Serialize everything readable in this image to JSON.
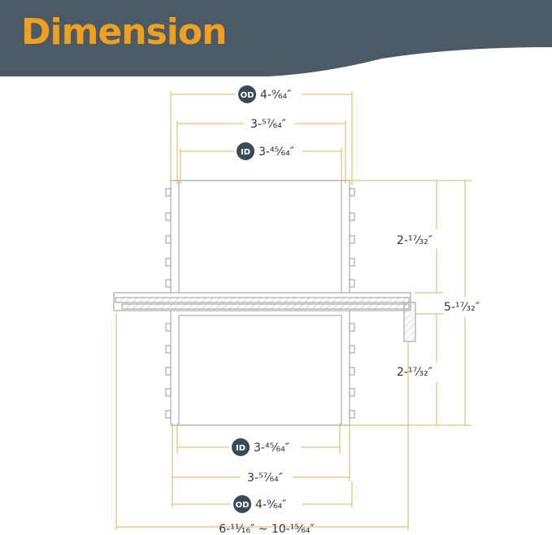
{
  "header": {
    "title": "Dimension",
    "background_color": "#4a5a66",
    "title_color": "#f0a01e"
  },
  "colors": {
    "dimension_line": "#e6b35a",
    "part_outline": "#aaaaaa",
    "badge": "#3a4a56",
    "text": "#333333"
  },
  "dimensions": {
    "top_od": {
      "badge": "OD",
      "value": "4-⁹⁄₆₄″"
    },
    "top_mid": {
      "value": "3-⁵⁷⁄₆₄″"
    },
    "top_id": {
      "badge": "ID",
      "value": "3-⁴⁵⁄₆₄″"
    },
    "upper_height": {
      "value": "2-¹⁷⁄₃₂″"
    },
    "lower_height": {
      "value": "2-¹⁷⁄₃₂″"
    },
    "total_height": {
      "value": "5-¹⁷⁄₃₂″"
    },
    "bottom_id": {
      "badge": "ID",
      "value": "3-⁴⁵⁄₆₄″"
    },
    "bottom_mid": {
      "value": "3-⁵⁷⁄₆₄″"
    },
    "bottom_od": {
      "badge": "OD",
      "value": "4-⁹⁄₆₄″"
    },
    "flange_range": {
      "value": "6-¹¹⁄₁₆″ ~ 10-¹⁵⁄₆₄″"
    }
  }
}
